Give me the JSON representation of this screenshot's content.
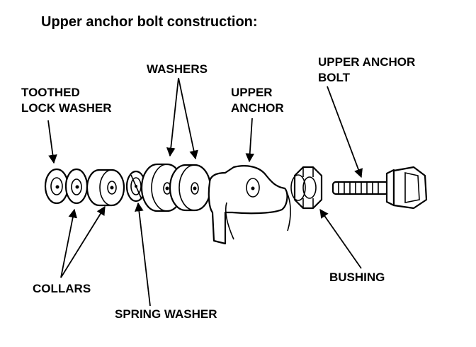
{
  "title": "Upper anchor bolt construction:",
  "labels": {
    "washers": "WASHERS",
    "toothed_line1": "TOOTHED",
    "toothed_line2": "LOCK WASHER",
    "upper_anchor_line1": "UPPER",
    "upper_anchor_line2": "ANCHOR",
    "bolt_line1": "UPPER ANCHOR",
    "bolt_line2": "BOLT",
    "collars": "COLLARS",
    "spring_washer": "SPRING WASHER",
    "bushing": "BUSHING"
  }
}
